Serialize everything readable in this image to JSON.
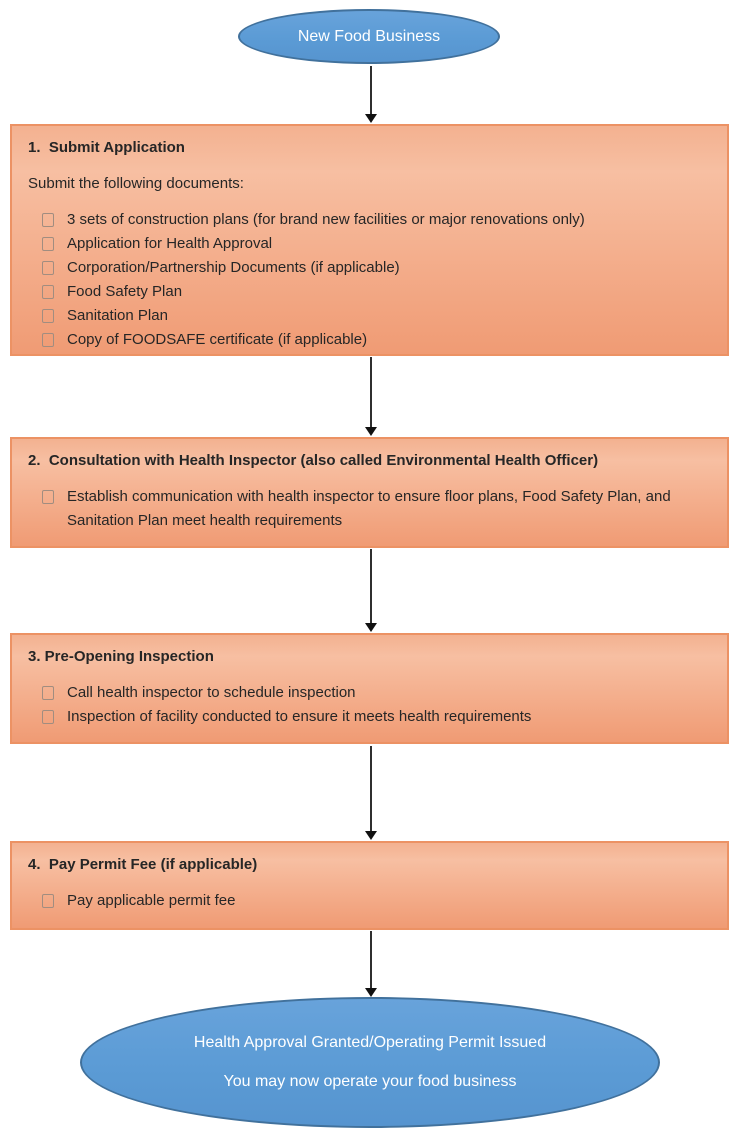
{
  "flow": {
    "start": {
      "label": "New Food Business"
    },
    "steps": [
      {
        "title": "1.  Submit Application",
        "intro": "Submit the following documents:",
        "bullets": [
          "3 sets of construction plans (for brand new facilities or major renovations only)",
          "Application for Health Approval",
          "Corporation/Partnership Documents (if applicable)",
          "Food Safety Plan",
          "Sanitation Plan",
          "Copy of FOODSAFE certificate (if applicable)"
        ]
      },
      {
        "title": "2.  Consultation with Health Inspector (also called Environmental Health Officer)",
        "bullets": [
          "Establish communication with health inspector to ensure floor plans, Food Safety Plan, and Sanitation Plan meet health requirements"
        ]
      },
      {
        "title": "3. Pre-Opening Inspection",
        "bullets": [
          "Call health inspector to schedule inspection",
          "Inspection of facility conducted to ensure it meets health requirements"
        ]
      },
      {
        "title": "4.  Pay Permit Fee (if applicable)",
        "bullets": [
          "Pay applicable permit fee"
        ]
      }
    ],
    "end": {
      "line1": "Health Approval Granted/Operating Permit Issued",
      "line2": "You may now operate your food business"
    }
  },
  "colors": {
    "terminator_fill": "#5B9BD5",
    "terminator_border": "#41719C",
    "terminator_text": "#FFFFFF",
    "box_fill_top": "#F3B190",
    "box_fill_mid": "#F7BFA2",
    "box_fill_bottom": "#F09B74",
    "box_border": "#EC9264",
    "text": "#262626",
    "arrow": "#111111",
    "bullet_outline": "#A18D80"
  },
  "icons": {
    "bullet": "empty-box-bullet-icon",
    "arrow": "down-arrow"
  }
}
